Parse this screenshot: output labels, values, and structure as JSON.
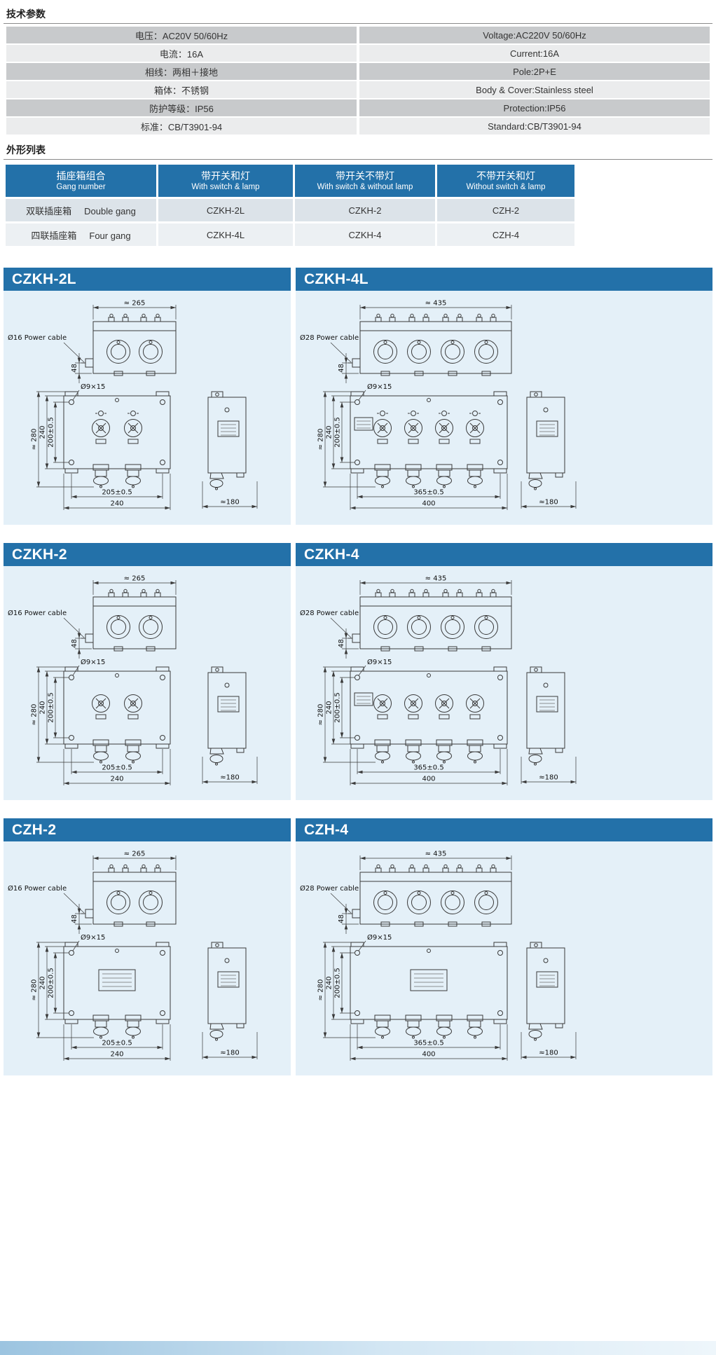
{
  "colors": {
    "header_blue": "#2371a9",
    "panel_bg": "#e4f0f8",
    "param_row_dark": "#c8cacc",
    "param_row_light": "#ebeced",
    "outline_row_a": "#dce3e9",
    "outline_row_b": "#ecf0f3"
  },
  "tech_params": {
    "section_title": "技术参数",
    "rows": [
      {
        "cn": "电压：AC20V 50/60Hz",
        "en": "Voltage:AC220V 50/60Hz"
      },
      {
        "cn": "电流：16A",
        "en": "Current:16A"
      },
      {
        "cn": "相线：两相＋接地",
        "en": "Pole:2P+E"
      },
      {
        "cn": "箱体：不锈钢",
        "en": "Body & Cover:Stainless steel"
      },
      {
        "cn": "防护等级：IP56",
        "en": "Protection:IP56"
      },
      {
        "cn": "标准：CB/T3901-94",
        "en": "Standard:CB/T3901-94"
      }
    ]
  },
  "outline_list": {
    "section_title": "外形列表",
    "headers": [
      {
        "cn": "插座箱组合",
        "en": "Gang number"
      },
      {
        "cn": "带开关和灯",
        "en": "With switch & lamp"
      },
      {
        "cn": "带开关不带灯",
        "en": "With switch & without lamp"
      },
      {
        "cn": "不带开关和灯",
        "en": "Without switch & lamp"
      }
    ],
    "rows": [
      {
        "name_cn": "双联插座箱",
        "name_en": "Double gang",
        "cols": [
          "CZKH-2L",
          "CZKH-2",
          "CZH-2"
        ]
      },
      {
        "name_cn": "四联插座箱",
        "name_en": "Four gang",
        "cols": [
          "CZKH-4L",
          "CZKH-4",
          "CZH-4"
        ]
      }
    ]
  },
  "panels": [
    {
      "title": "CZKH-2L",
      "gangs": 2,
      "has_switch": true,
      "has_lamp": true,
      "cable_label": "Ø16  Power cable",
      "dims": {
        "top_width": "≈ 265",
        "cable_offset": "48",
        "mount_hole": "Ø9×15",
        "overall_height": "≈ 280",
        "box_height": "240",
        "hole_spacing_v": "200±0.5",
        "hole_spacing_h": "205±0.5",
        "box_width": "240",
        "side_depth": "≈180"
      }
    },
    {
      "title": "CZKH-4L",
      "gangs": 4,
      "has_switch": true,
      "has_lamp": true,
      "cable_label": "Ø28  Power cable",
      "dims": {
        "top_width": "≈ 435",
        "cable_offset": "48",
        "mount_hole": "Ø9×15",
        "overall_height": "≈ 280",
        "box_height": "240",
        "hole_spacing_v": "200±0.5",
        "hole_spacing_h": "365±0.5",
        "box_width": "400",
        "side_depth": "≈180"
      }
    },
    {
      "title": "CZKH-2",
      "gangs": 2,
      "has_switch": true,
      "has_lamp": false,
      "cable_label": "Ø16  Power cable",
      "dims": {
        "top_width": "≈ 265",
        "cable_offset": "48",
        "mount_hole": "Ø9×15",
        "overall_height": "≈ 280",
        "box_height": "240",
        "hole_spacing_v": "200±0.5",
        "hole_spacing_h": "205±0.5",
        "box_width": "240",
        "side_depth": "≈180"
      }
    },
    {
      "title": "CZKH-4",
      "gangs": 4,
      "has_switch": true,
      "has_lamp": false,
      "cable_label": "Ø28  Power cable",
      "dims": {
        "top_width": "≈ 435",
        "cable_offset": "48",
        "mount_hole": "Ø9×15",
        "overall_height": "≈ 280",
        "box_height": "240",
        "hole_spacing_v": "200±0.5",
        "hole_spacing_h": "365±0.5",
        "box_width": "400",
        "side_depth": "≈180"
      }
    },
    {
      "title": "CZH-2",
      "gangs": 2,
      "has_switch": false,
      "has_lamp": false,
      "cable_label": "Ø16  Power cable",
      "dims": {
        "top_width": "≈ 265",
        "cable_offset": "48",
        "mount_hole": "Ø9×15",
        "overall_height": "≈ 280",
        "box_height": "240",
        "hole_spacing_v": "200±0.5",
        "hole_spacing_h": "205±0.5",
        "box_width": "240",
        "side_depth": "≈180"
      }
    },
    {
      "title": "CZH-4",
      "gangs": 4,
      "has_switch": false,
      "has_lamp": false,
      "cable_label": "Ø28  Power cable",
      "dims": {
        "top_width": "≈ 435",
        "cable_offset": "48",
        "mount_hole": "Ø9×15",
        "overall_height": "≈ 280",
        "box_height": "240",
        "hole_spacing_v": "200±0.5",
        "hole_spacing_h": "365±0.5",
        "box_width": "400",
        "side_depth": "≈180"
      }
    }
  ]
}
